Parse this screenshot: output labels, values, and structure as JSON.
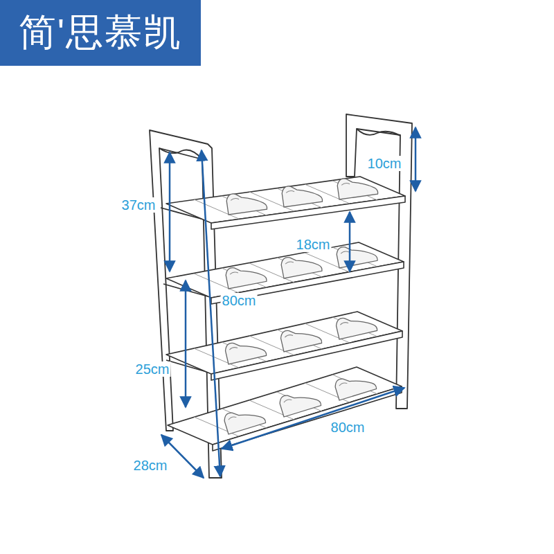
{
  "diagram": {
    "nodes": [
      {
        "text": [
          "简'思慕凯"
        ]
      }
    ],
    "labels": [
      "10cm",
      "37cm",
      "18cm",
      "80cm",
      "25cm",
      "80cm",
      "28cm"
    ]
  }
}
